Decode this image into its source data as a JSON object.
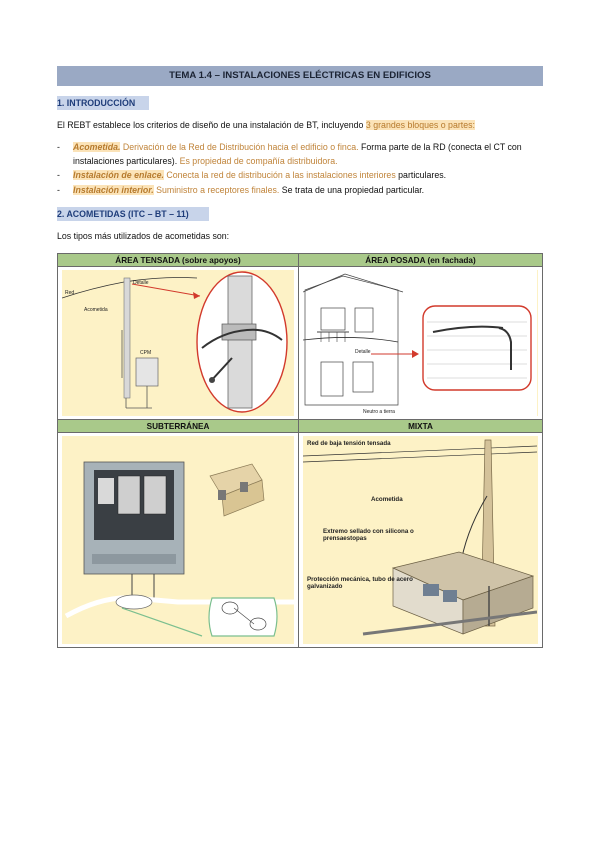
{
  "title": "TEMA 1.4 – INSTALACIONES ELÉCTRICAS EN EDIFICIOS",
  "section1": {
    "heading": "1.   INTRODUCCIÓN",
    "intro_text": "El REBT establece los criterios de diseño de una instalación de BT, incluyendo ",
    "intro_highlight": "3 grandes bloques o partes:",
    "bullets": [
      {
        "term": "Acometida.",
        "desc_orange": " Derivación de la Red de Distribución hacia el edificio o finca.",
        "desc_black": " Forma parte de la RD (conecta el CT con instalaciones particulares).",
        "desc_orange2": " Es propiedad de compañía distribuidora."
      },
      {
        "term": "Instalación de enlace.",
        "desc_orange": " Conecta la red de distribución a las instalaciones interiores",
        "desc_black": " particulares."
      },
      {
        "term": "Instalación interior.",
        "desc_orange": " Suministro a receptores finales.",
        "desc_black": " Se trata de una propiedad particular."
      }
    ],
    "dash": "-"
  },
  "section2": {
    "heading": "2.   ACOMETIDAS (ITC – BT – 11)",
    "intro_text": "Los tipos más utilizados de acometidas son:"
  },
  "table": {
    "cells": [
      {
        "header": "ÁREA TENSADA (sobre apoyos)",
        "labels": {
          "red": "Red",
          "detalle": "Detalle",
          "acometida": "Acometida",
          "cpm": "CPM"
        }
      },
      {
        "header": "ÁREA POSADA (en fachada)",
        "labels": {
          "detalle": "Detalle",
          "neutro": "Neutro a tierra"
        }
      },
      {
        "header": "SUBTERRÁNEA"
      },
      {
        "header": "MIXTA",
        "labels": {
          "red_baja": "Red de baja tensión tensada",
          "acometida": "Acometida",
          "extremo": "Extremo sellado con silicona o prensaestopas",
          "proteccion": "Protección mecánica, tubo de acero galvanizado"
        }
      }
    ]
  },
  "colors": {
    "title_bar": "#9aa9c4",
    "heading_bg": "#c8d4ea",
    "heading_text": "#1f3d7a",
    "highlight_bg": "#fbe3b8",
    "highlight_text": "#b77b2e",
    "table_header": "#a9c98a",
    "illustration_bg": "#fdf2c6"
  }
}
